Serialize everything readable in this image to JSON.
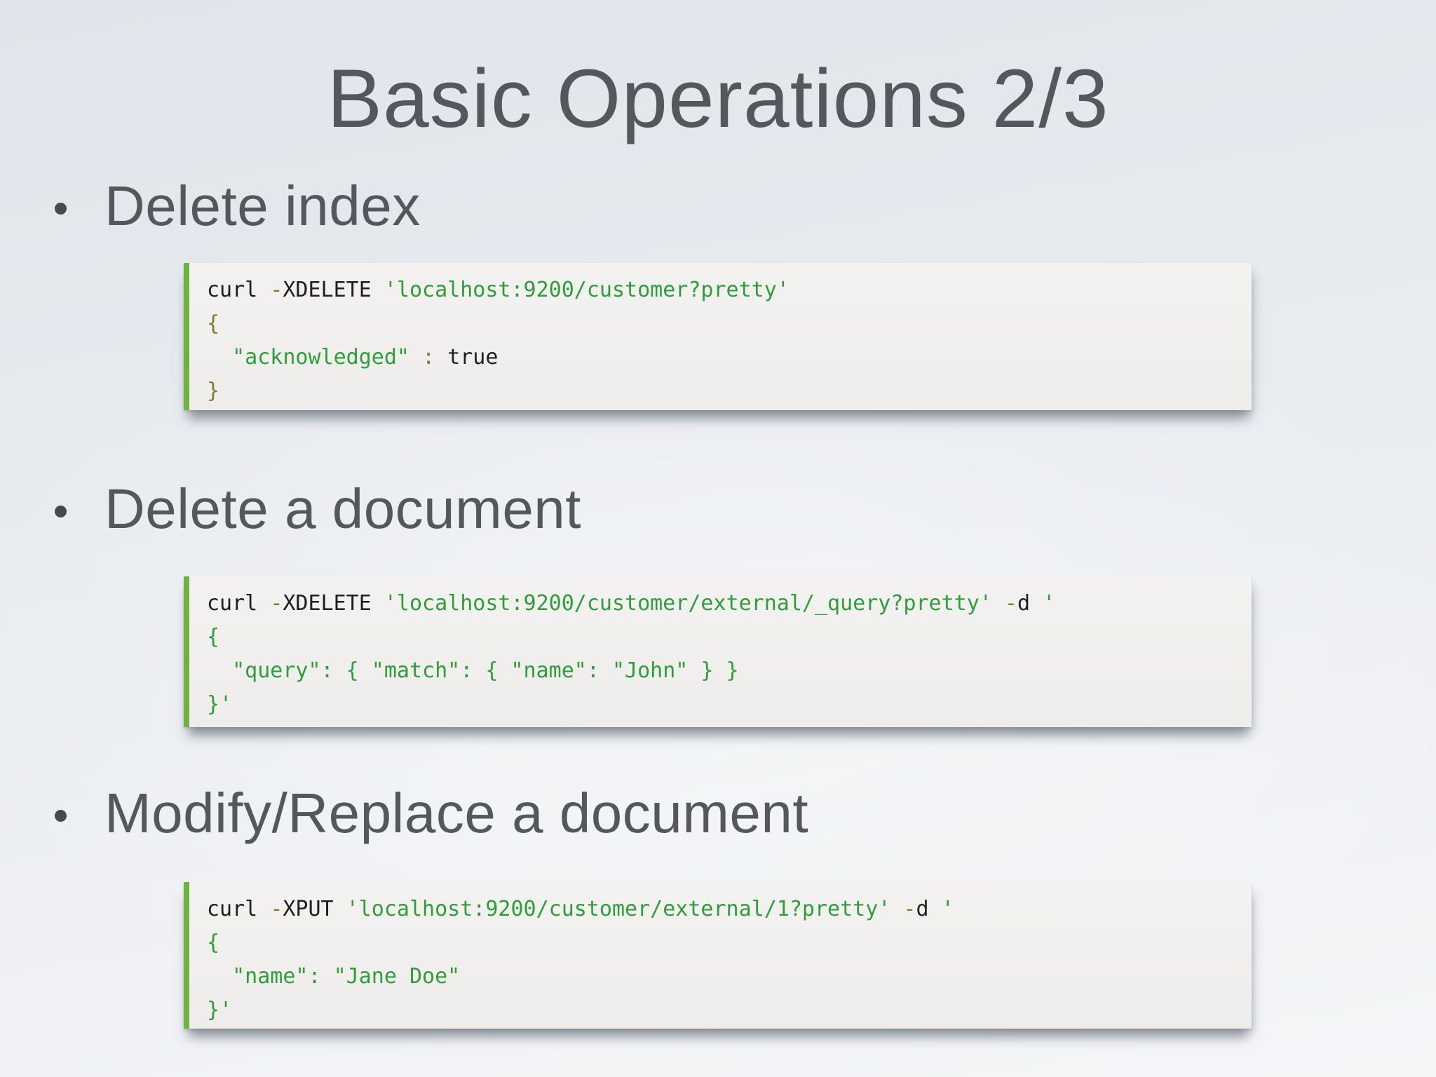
{
  "slide": {
    "title": "Basic Operations 2/3",
    "bullets": [
      {
        "label": "Delete index"
      },
      {
        "label": "Delete a document"
      },
      {
        "label": "Modify/Replace a document"
      }
    ],
    "code_blocks": [
      {
        "name": "delete-index-example",
        "lines": [
          [
            {
              "t": "curl ",
              "c": "plain"
            },
            {
              "t": "-",
              "c": "punct"
            },
            {
              "t": "XDELETE ",
              "c": "plain"
            },
            {
              "t": "'localhost:9200/customer?pretty'",
              "c": "str"
            }
          ],
          [
            {
              "t": "{",
              "c": "punct"
            }
          ],
          [
            {
              "t": "  ",
              "c": "plain"
            },
            {
              "t": "\"acknowledged\"",
              "c": "str"
            },
            {
              "t": " ",
              "c": "plain"
            },
            {
              "t": ":",
              "c": "punct"
            },
            {
              "t": " ",
              "c": "plain"
            },
            {
              "t": "true",
              "c": "plain"
            }
          ],
          [
            {
              "t": "}",
              "c": "punct"
            }
          ]
        ]
      },
      {
        "name": "delete-document-example",
        "lines": [
          [
            {
              "t": "curl ",
              "c": "plain"
            },
            {
              "t": "-",
              "c": "punct"
            },
            {
              "t": "XDELETE ",
              "c": "plain"
            },
            {
              "t": "'localhost:9200/customer/external/_query?pretty'",
              "c": "str"
            },
            {
              "t": " ",
              "c": "plain"
            },
            {
              "t": "-",
              "c": "punct"
            },
            {
              "t": "d ",
              "c": "plain"
            },
            {
              "t": "'",
              "c": "str"
            }
          ],
          [
            {
              "t": "{",
              "c": "str"
            }
          ],
          [
            {
              "t": "  \"query\": { \"match\": { \"name\": \"John\" } }",
              "c": "str"
            }
          ],
          [
            {
              "t": "}'",
              "c": "str"
            }
          ]
        ]
      },
      {
        "name": "modify-replace-document-example",
        "lines": [
          [
            {
              "t": "curl ",
              "c": "plain"
            },
            {
              "t": "-",
              "c": "punct"
            },
            {
              "t": "XPUT ",
              "c": "plain"
            },
            {
              "t": "'localhost:9200/customer/external/1?pretty'",
              "c": "str"
            },
            {
              "t": " ",
              "c": "plain"
            },
            {
              "t": "-",
              "c": "punct"
            },
            {
              "t": "d ",
              "c": "plain"
            },
            {
              "t": "'",
              "c": "str"
            }
          ],
          [
            {
              "t": "{",
              "c": "str"
            }
          ],
          [
            {
              "t": "  \"name\": \"Jane Doe\"",
              "c": "str"
            }
          ],
          [
            {
              "t": "}'",
              "c": "str"
            }
          ]
        ]
      }
    ]
  },
  "colors": {
    "heading": "#54575c",
    "bullet": "#46494e",
    "accent_bar": "#6db33f",
    "code_green": "#2d9e38",
    "code_olive": "#7e7f2d",
    "code_plain": "#1e1f1e",
    "box_background": "#f1f0ee"
  }
}
